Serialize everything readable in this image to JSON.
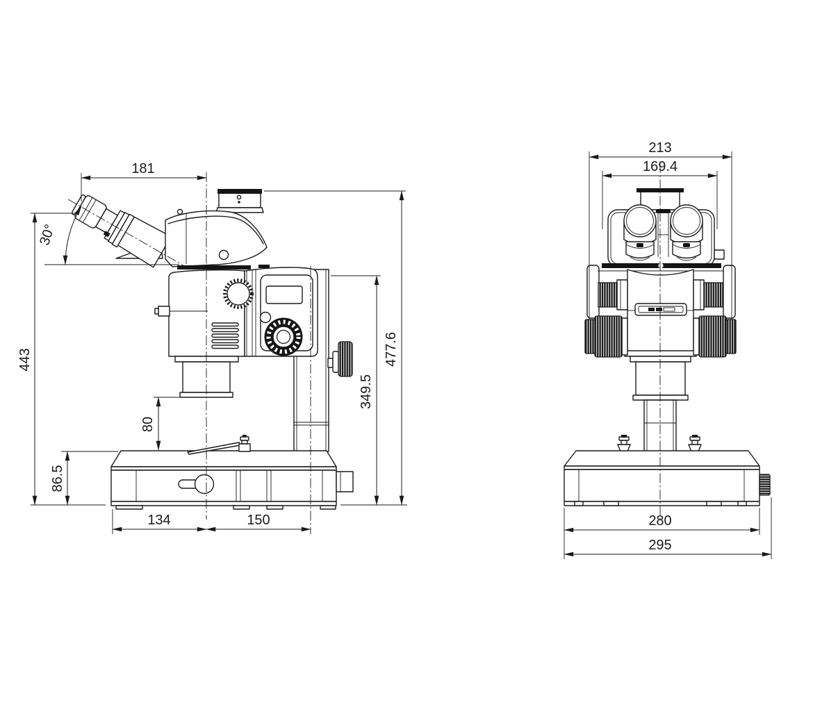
{
  "drawing": {
    "background_color": "#ffffff",
    "line_color": "#1a1a1a",
    "side_view": {
      "head_width": "181",
      "eyepiece_angle": "30°",
      "total_height": "443",
      "base_height": "86.5",
      "working_distance": "80",
      "base_length_front": "134",
      "base_length_rear": "150",
      "column_height": "349.5",
      "overall_height": "477.6"
    },
    "front_view": {
      "overall_width": "213",
      "head_width": "169.4",
      "base_width": "280",
      "overall_base_width": "295"
    }
  }
}
